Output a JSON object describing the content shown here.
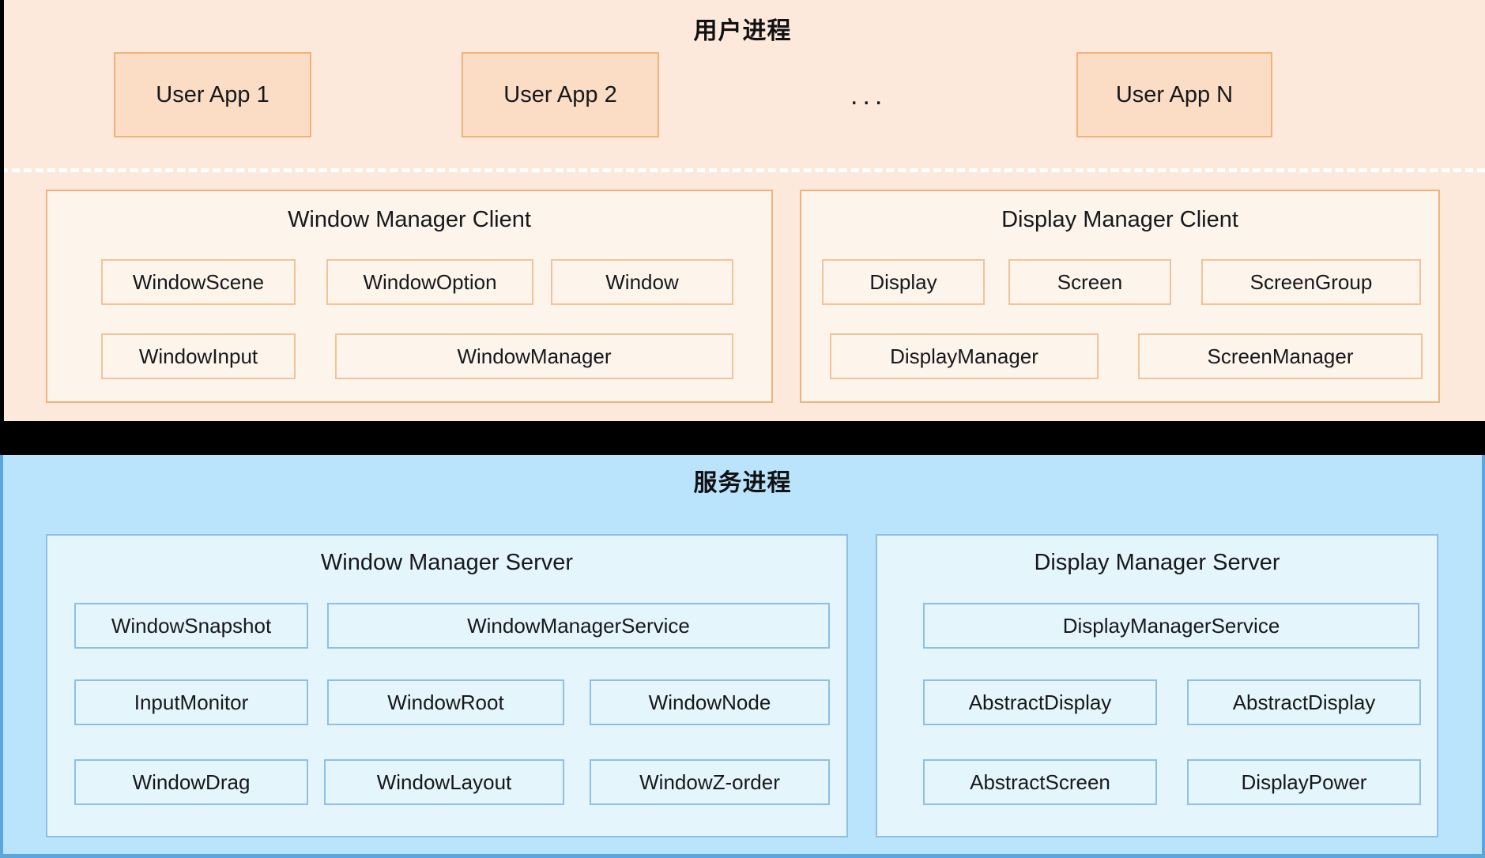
{
  "bands": {
    "user": {
      "title": "用户进程",
      "bg": "#fce9dc"
    },
    "divider": {
      "bg": "#000000"
    },
    "service": {
      "title": "服务进程",
      "bg": "#bae3fc"
    }
  },
  "user_apps": [
    {
      "label": "User App 1"
    },
    {
      "label": "User App 2"
    },
    {
      "label": "User App N"
    }
  ],
  "ellipsis": "...",
  "client_groups": [
    {
      "title": "Window Manager Client",
      "items": [
        "WindowScene",
        "WindowOption",
        "Window",
        "WindowInput",
        "WindowManager"
      ]
    },
    {
      "title": "Display Manager Client",
      "items": [
        "Display",
        "Screen",
        "ScreenGroup",
        "DisplayManager",
        "ScreenManager"
      ]
    }
  ],
  "server_groups": [
    {
      "title": "Window Manager Server",
      "items": [
        "WindowSnapshot",
        "WindowManagerService",
        "InputMonitor",
        "WindowRoot",
        "WindowNode",
        "WindowDrag",
        "WindowLayout",
        "WindowZ-order"
      ]
    },
    {
      "title": "Display Manager Server",
      "items": [
        "DisplayManagerService",
        "AbstractDisplay",
        "AbstractDisplay",
        "AbstractScreen",
        "DisplayPower"
      ]
    }
  ],
  "colors": {
    "user_band_bg": "#fce9dc",
    "service_band_bg": "#bae3fc",
    "divider_bg": "#000000",
    "client_panel_bg": "#fdf4ec",
    "client_border": "#f0b277",
    "client_leaf_border": "#f3c398",
    "app_box_bg": "#fbdcc4",
    "server_panel_bg": "#e4f5fb",
    "server_border": "#8dbfe8",
    "dashed_line": "#ffffff",
    "text": "#17181c"
  }
}
